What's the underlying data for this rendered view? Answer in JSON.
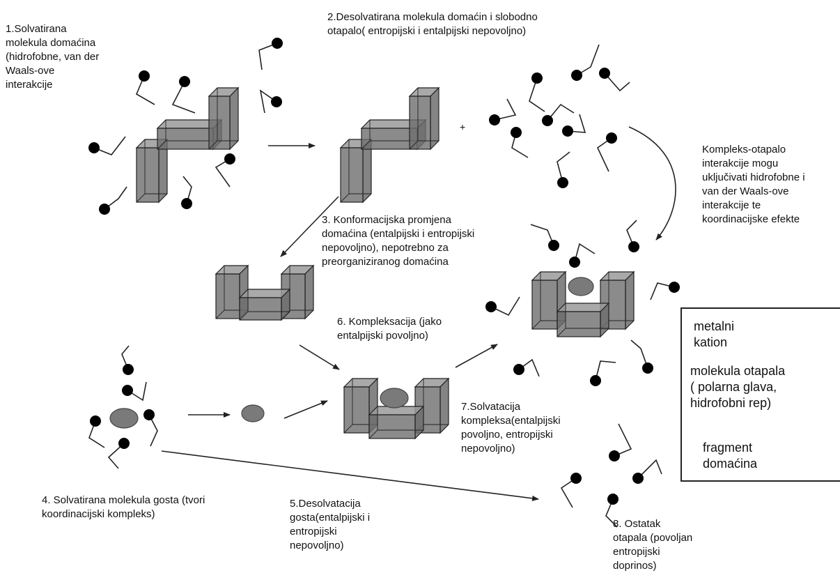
{
  "labels": {
    "step1": "1.Solvatirana\nmolekula domaćina\n(hidrofobne, van der\nWaals-ove\ninterakcije",
    "step2": "2.Desolvatirana molekula domaćin i slobodno\notapalo( entropijski i entalpijski nepovoljno)",
    "complex_solvent": "Kompleks-otapalo\ninterakcije mogu\nuključivati hidrofobne i\nvan der Waals-ove\ninterakcije te\nkoordinacijske efekte",
    "step3": "3. Konformacijska promjena\ndomaćina (entalpijski i entropijski\nnepovoljno), nepotrebno za\npreorganiziranog domaćina",
    "step6": "6. Kompleksacija (jako\nentalpijski povoljno)",
    "step4": "4. Solvatirana molekula gosta (tvori\nkoordinacijski kompleks)",
    "step5": "5.Desolvatacija\ngosta(entalpijski i\nentropijski\nnepovoljno)",
    "step7": "7.Solvatacija\nkompleksa(entalpijski\npovoljno, entropijski\nnepovoljno)",
    "step8": "8. Ostatak\notapala (povoljan\nentropijski\ndoprinos)",
    "plus": "+"
  },
  "legend": {
    "metal_cation": "metalni\nkation",
    "solvent_molecule": "molekula otapala\n( polarna glava,\nhidrofobni rep)",
    "host_fragment": "fragment\ndomaćina"
  },
  "colors": {
    "block_fill": "#6e6e6e",
    "block_light": "#9a9a9a",
    "cation_fill": "#7a7a7a",
    "solvent_head": "#000000",
    "line": "#222222"
  }
}
